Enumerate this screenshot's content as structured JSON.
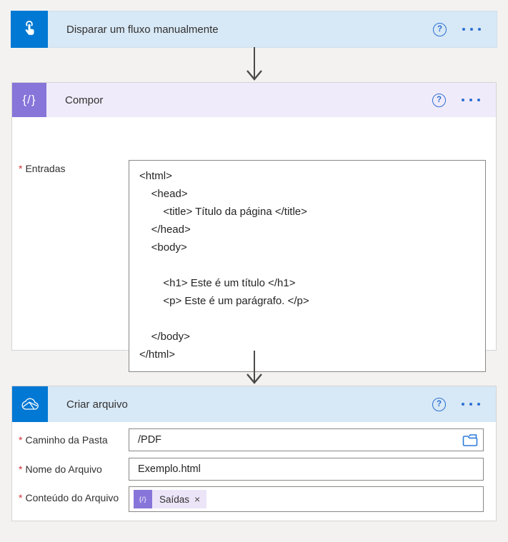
{
  "ui": {
    "required_marker": "*",
    "help_glyph": "?",
    "remove_glyph": "×",
    "compose_glyph": "{/}"
  },
  "colors": {
    "page_background": "#f3f2f1",
    "accent_blue": "#0078d4",
    "accent_purple": "#8775d9",
    "header_blue_bg": "#d7e8f6",
    "header_purple_bg": "#f0ebfa",
    "action_blue": "#2b6fd3",
    "required_red": "#d13438",
    "token_bg": "#ece5f8",
    "arrow_gray": "#4a4a4a"
  },
  "trigger_card": {
    "title": "Disparar um fluxo manualmente"
  },
  "compose_card": {
    "title": "Compor",
    "input_label": "Entradas",
    "code": "<html>\n    <head>\n        <title> Título da página </title>\n    </head>\n    <body>\n\n        <h1> Este é um título </h1>\n        <p> Este é um parágrafo. </p>\n\n    </body>\n</html>"
  },
  "create_file_card": {
    "title": "Criar arquivo",
    "fields": [
      {
        "label": "Caminho da Pasta",
        "value": "/PDF"
      },
      {
        "label": "Nome do Arquivo",
        "value": "Exemplo.html"
      },
      {
        "label": "Conteúdo do Arquivo",
        "token_label": "Saídas"
      }
    ]
  }
}
